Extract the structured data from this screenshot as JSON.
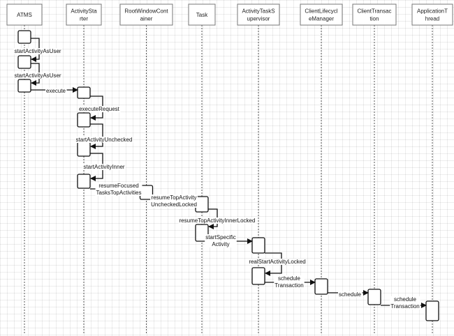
{
  "participants": [
    {
      "id": "atms",
      "lines": [
        "ATMS"
      ]
    },
    {
      "id": "starter",
      "lines": [
        "ActivitySta",
        "rter"
      ]
    },
    {
      "id": "rwc",
      "lines": [
        "RootWindowCont",
        "ainer"
      ]
    },
    {
      "id": "task",
      "lines": [
        "Task"
      ]
    },
    {
      "id": "supervisor",
      "lines": [
        "ActivityTaskS",
        "upervisor"
      ]
    },
    {
      "id": "lifecycle",
      "lines": [
        "ClientLifecycl",
        "eManager"
      ]
    },
    {
      "id": "transaction",
      "lines": [
        "ClientTransac",
        "tion"
      ]
    },
    {
      "id": "appthread",
      "lines": [
        "ApplicationT",
        "hread"
      ]
    }
  ],
  "messages": [
    {
      "id": "startActivityAsUser-1",
      "lines": [
        "startActivityAsUser"
      ]
    },
    {
      "id": "startActivityAsUser-2",
      "lines": [
        "startActivityAsUser"
      ]
    },
    {
      "id": "execute",
      "lines": [
        "execute"
      ]
    },
    {
      "id": "executeRequest",
      "lines": [
        "executeRequest"
      ]
    },
    {
      "id": "startActivityUnchecked",
      "lines": [
        "startActivityUnchecked"
      ]
    },
    {
      "id": "startActivityInner",
      "lines": [
        "startActivityInner"
      ]
    },
    {
      "id": "resumeFocusedTasksTopActivities",
      "lines": [
        "resumeFocused",
        "TasksTopActivities"
      ]
    },
    {
      "id": "resumeTopActivityUncheckedLocked",
      "lines": [
        "resumeTopActivity",
        "UncheckedLocked"
      ]
    },
    {
      "id": "resumeTopActivityInnerLocked",
      "lines": [
        "resumeTopActivityInnerLocked"
      ]
    },
    {
      "id": "startSpecificActivity",
      "lines": [
        "startSpecific",
        "Activity"
      ]
    },
    {
      "id": "realStartActivityLocked",
      "lines": [
        "realStartActivityLocked"
      ]
    },
    {
      "id": "scheduleTransaction-1",
      "lines": [
        "schedule",
        "Transaction"
      ]
    },
    {
      "id": "schedule",
      "lines": [
        "schedule"
      ]
    },
    {
      "id": "scheduleTransaction-2",
      "lines": [
        "schedule",
        "Transaction"
      ]
    }
  ]
}
